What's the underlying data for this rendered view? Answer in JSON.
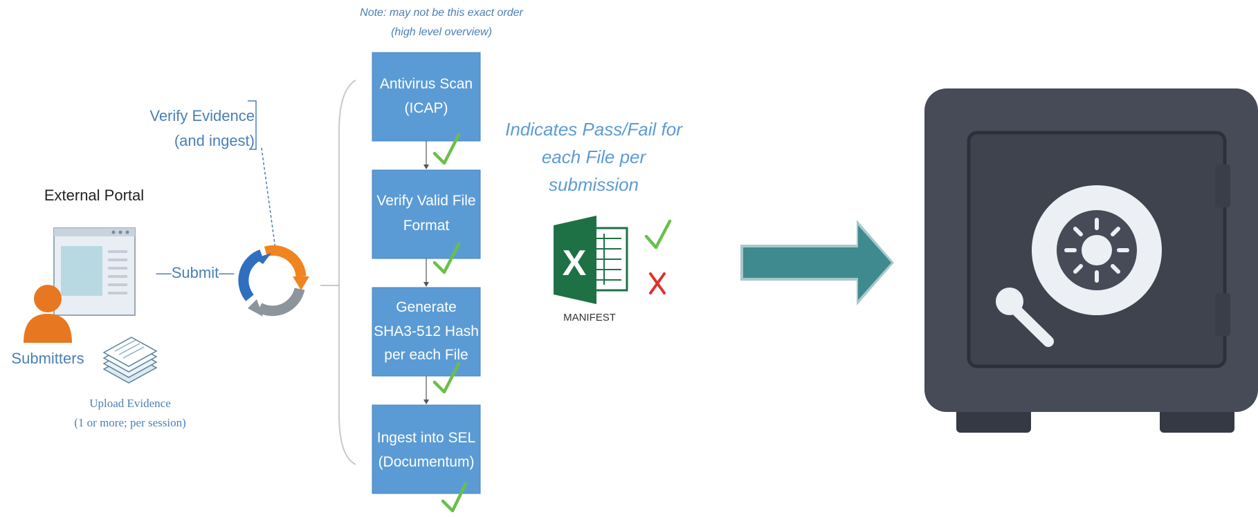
{
  "note": {
    "line1": "Note:  may not be this exact order",
    "line2": "(high level overview)"
  },
  "portal": {
    "title": "External Portal",
    "submitters_label": "Submitters",
    "upload_line1": "Upload Evidence",
    "upload_line2": "(1 or more; per session)"
  },
  "submit_label": "—Submit—",
  "verify": {
    "line1": "Verify Evidence",
    "line2": "(and ingest)"
  },
  "steps": [
    {
      "line1": "Antivirus Scan",
      "line2": "(ICAP)",
      "line3": ""
    },
    {
      "line1": "Verify Valid File",
      "line2": "Format",
      "line3": ""
    },
    {
      "line1": "Generate",
      "line2": "SHA3-512 Hash",
      "line3": "per each File"
    },
    {
      "line1": "Ingest into SEL",
      "line2": "(Documentum)",
      "line3": ""
    }
  ],
  "indicates": {
    "line1": "Indicates Pass/Fail for",
    "line2": "each File per",
    "line3": "submission"
  },
  "manifest": {
    "icon_letter": "X",
    "label": "MANIFEST"
  },
  "colors": {
    "step_box": "#5b9bd5",
    "check_green": "#6abf4b",
    "cross_red": "#e0302b",
    "arrow_teal": "#3f8a8e",
    "safe_body": "#464b57",
    "person_orange": "#e87722",
    "excel_green": "#1e7145",
    "text_blue": "#4a7fb5"
  },
  "icons": [
    "browser-window-icon",
    "person-icon",
    "document-stack-icon",
    "refresh-cycle-icon",
    "check-icon",
    "cross-icon",
    "excel-icon",
    "right-arrow-icon",
    "safe-icon"
  ]
}
